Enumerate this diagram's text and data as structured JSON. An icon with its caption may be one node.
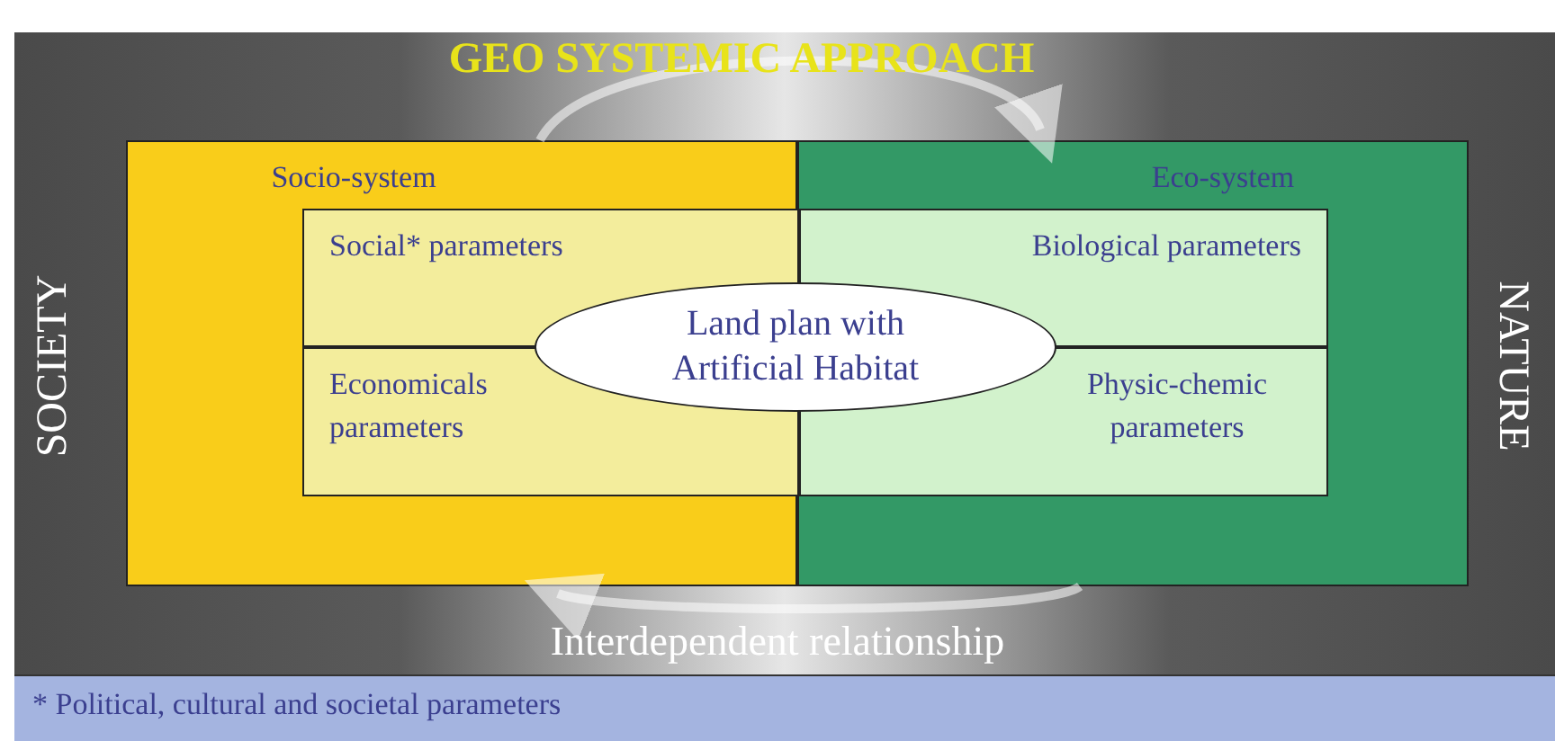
{
  "diagram": {
    "title": "GEO SYSTEMIC APPROACH",
    "nodes": [
      {
        "text": [
          "Socio-system"
        ]
      },
      {
        "text": [
          "Eco-system"
        ]
      },
      {
        "text": [
          "Social* parameters"
        ],
        "in": 0
      },
      {
        "text": [
          "Economicals parameters"
        ],
        "in": 0
      },
      {
        "text": [
          "Biological parameters"
        ],
        "in": 1
      },
      {
        "text": [
          "Physic-chemic parameters"
        ],
        "in": 1
      },
      {
        "text": [
          "Land plan with Artificial Habitat"
        ]
      }
    ],
    "edges": [
      {
        "from": 0,
        "to": 1,
        "arrow": "to"
      },
      {
        "from": 1,
        "to": 0,
        "arrow": "to"
      }
    ],
    "labels": [
      "SOCIETY",
      "NATURE",
      "Interdependent relationship",
      "* Political, cultural and societal parameters"
    ]
  }
}
